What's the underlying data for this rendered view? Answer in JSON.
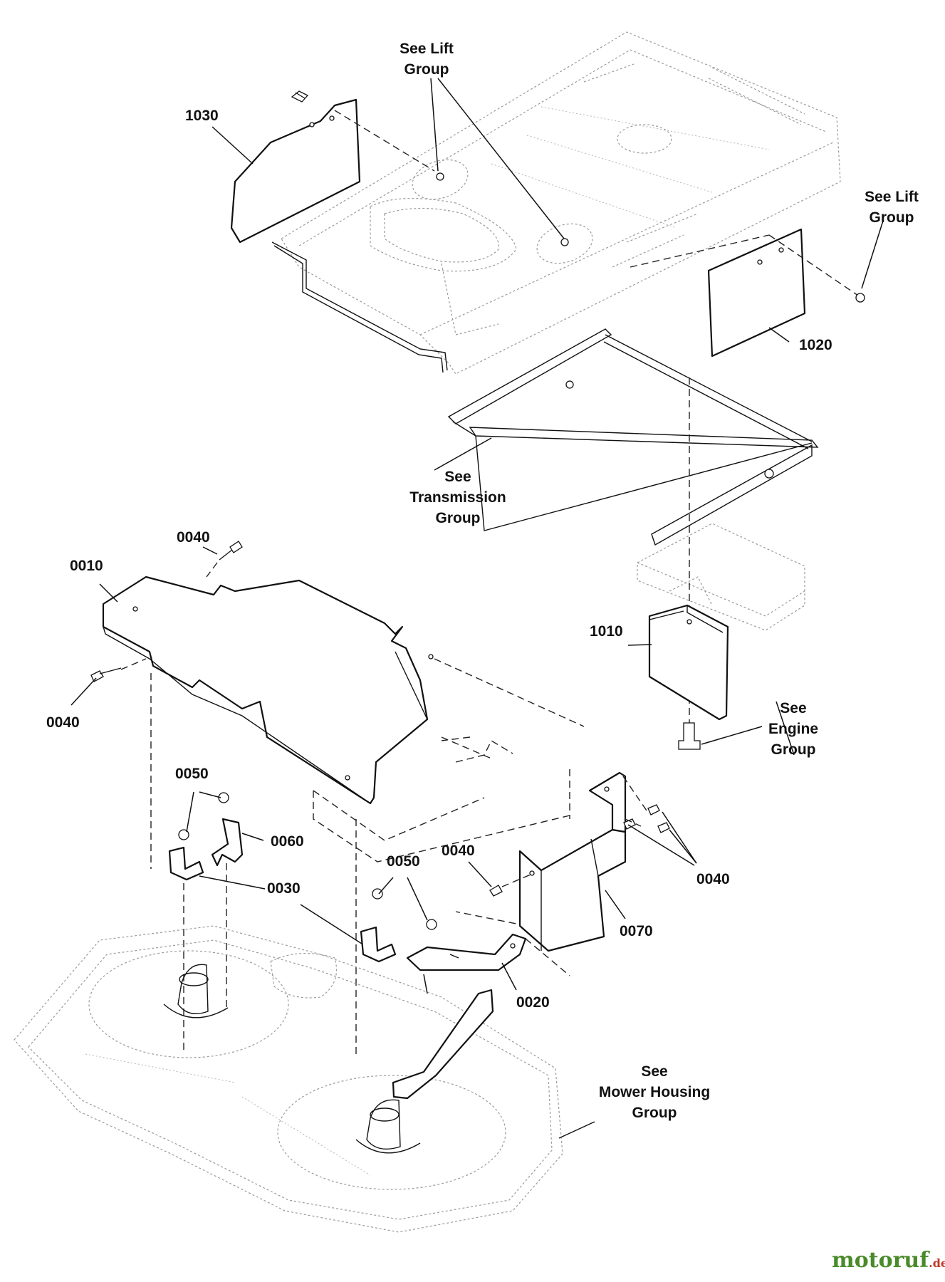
{
  "labels": {
    "see_lift_group_top": [
      "See Lift",
      "Group"
    ],
    "see_lift_group_right": [
      "See Lift",
      "Group"
    ],
    "see_transmission_group": [
      "See",
      "Transmission",
      "Group"
    ],
    "see_engine_group": [
      "See",
      "Engine",
      "Group"
    ],
    "see_mower_housing_group": [
      "See",
      "Mower Housing",
      "Group"
    ]
  },
  "part_numbers": {
    "p1030": "1030",
    "p1020": "1020",
    "p1010": "1010",
    "p0010": "0010",
    "p0020": "0020",
    "p0030": "0030",
    "p0060": "0060",
    "p0070": "0070",
    "p0040_top": "0040",
    "p0040_left": "0040",
    "p0040_mid": "0040",
    "p0040_right": "0040",
    "p0050_left": "0050",
    "p0050_mid": "0050"
  },
  "watermark": {
    "main": "motoruf",
    "suffix": ".de"
  },
  "colors": {
    "line": "#111111",
    "ghost": "#9a9a9a",
    "watermark_green": "#4a8a2a",
    "watermark_red": "#c0392b"
  }
}
